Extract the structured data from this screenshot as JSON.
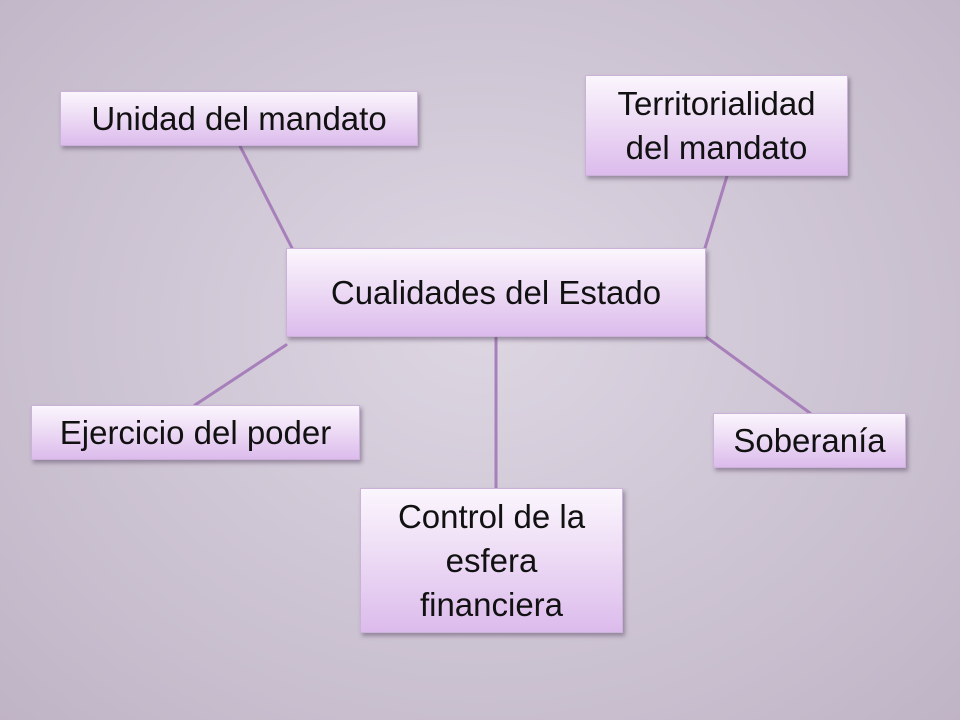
{
  "diagram": {
    "center": {
      "label": "Cualidades del Estado"
    },
    "nodes": [
      {
        "id": "unidad",
        "label": "Unidad del mandato"
      },
      {
        "id": "territorio",
        "label": "Territorialidad\ndel mandato"
      },
      {
        "id": "ejercicio",
        "label": "Ejercicio del poder"
      },
      {
        "id": "soberania",
        "label": "Soberanía"
      },
      {
        "id": "control",
        "label": "Control de la\nesfera\nfinanciera"
      }
    ],
    "edges": [
      {
        "from": "center",
        "to": "unidad"
      },
      {
        "from": "center",
        "to": "territorio"
      },
      {
        "from": "center",
        "to": "ejercicio"
      },
      {
        "from": "center",
        "to": "soberania"
      },
      {
        "from": "center",
        "to": "control"
      }
    ],
    "colors": {
      "connector": "#a77fba",
      "node_fill_top": "#fbf6fd",
      "node_fill_bottom": "#dcbbec",
      "background": "#cdc4d3"
    }
  }
}
